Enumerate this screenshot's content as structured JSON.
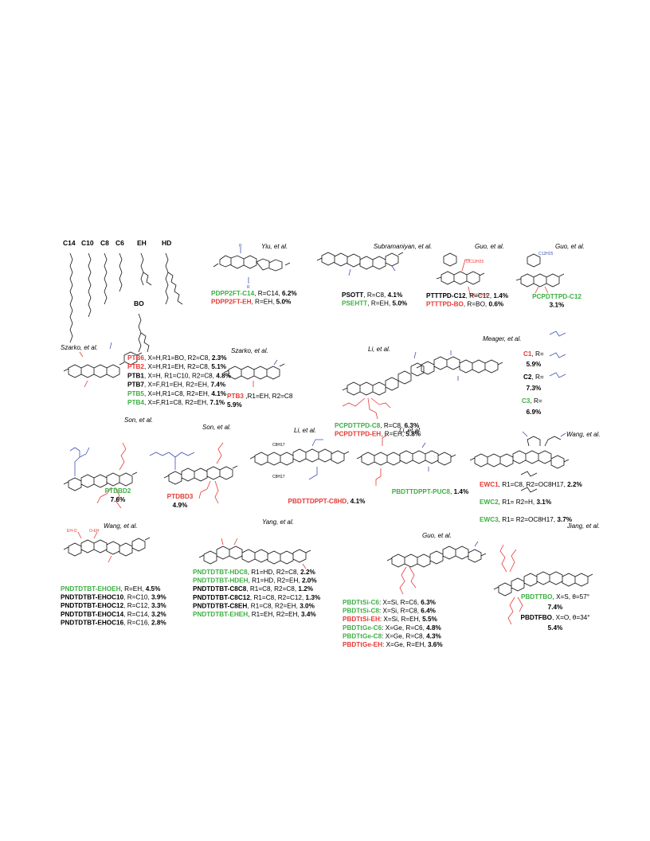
{
  "colors": {
    "green": "#3cb043",
    "red": "#e53935",
    "blue": "#3f51b5",
    "black": "#000000"
  },
  "chains": [
    "C14",
    "C10",
    "C8",
    "C6",
    "EH",
    "HD",
    "BO"
  ],
  "authors": {
    "yiu": "Yiu, et al.",
    "subramaniyan": "Subramaniyan, et al.",
    "guo1": "Guo, et al.",
    "guo2": "Guo, et al.",
    "szarko1": "Szarko, et al.",
    "szarko2": "Szarko, et al.",
    "li1": "Li, et al.",
    "meager": "Meager, et al.",
    "son1": "Son, et al.",
    "son2": "Son, et al.",
    "li2": "Li, et al.",
    "li3": "Li, et al.",
    "wang1": "Wang, et al.",
    "wang2": "Wang, et al.",
    "yang": "Yang, et al.",
    "guo3": "Guo, et al.",
    "jiang": "Jiang, et al."
  },
  "groups": [
    {
      "id": "yiu",
      "lines": [
        [
          {
            "t": "PDPP2FT-C14",
            "c": "green",
            "b": true
          },
          {
            "t": ", R=C14, "
          },
          {
            "t": "6.2%",
            "b": true
          }
        ],
        [
          {
            "t": "PDPP2FT-EH",
            "c": "red",
            "b": true
          },
          {
            "t": ", R=EH, "
          },
          {
            "t": "5.0%",
            "b": true
          }
        ]
      ]
    },
    {
      "id": "subramaniyan",
      "lines": [
        [
          {
            "t": "PSOTT",
            "b": true
          },
          {
            "t": ", R=C8, "
          },
          {
            "t": "4.1%",
            "b": true
          }
        ],
        [
          {
            "t": "PSEHTT",
            "c": "green",
            "b": true
          },
          {
            "t": ", R=EH, "
          },
          {
            "t": "5.0%",
            "b": true
          }
        ]
      ]
    },
    {
      "id": "guo1",
      "lines": [
        [
          {
            "t": "PTTTPD-C12",
            "b": true
          },
          {
            "t": ", R=C12, "
          },
          {
            "t": "1.4%",
            "b": true
          }
        ],
        [
          {
            "t": "PTTTPD-BO",
            "c": "red",
            "b": true
          },
          {
            "t": ", R=BO, "
          },
          {
            "t": "0.6%",
            "b": true
          }
        ]
      ]
    },
    {
      "id": "guo2",
      "lines": [
        [
          {
            "t": "PCPDTTPD-C12",
            "c": "green",
            "b": true
          }
        ],
        [
          {
            "t": "3.1%",
            "b": true
          }
        ]
      ]
    },
    {
      "id": "szarko1",
      "lines": [
        [
          {
            "t": "PTB6",
            "c": "red",
            "b": true
          },
          {
            "t": ", X=H,R1=BO, R2=C8, "
          },
          {
            "t": "2.3%",
            "b": true
          }
        ],
        [
          {
            "t": "PTB2",
            "c": "red",
            "b": true
          },
          {
            "t": ", X=H,R1=EH, R2=C8, "
          },
          {
            "t": "5.1%",
            "b": true
          }
        ],
        [
          {
            "t": "PTB1",
            "b": true
          },
          {
            "t": ", X=H, R1=C10, R2=C8, "
          },
          {
            "t": "4.8%",
            "b": true
          }
        ],
        [
          {
            "t": "PTB7",
            "b": true
          },
          {
            "t": ", X=F,R1=EH, R2=EH, "
          },
          {
            "t": "7.4%",
            "b": true
          }
        ],
        [
          {
            "t": "PTB5",
            "c": "green",
            "b": true
          },
          {
            "t": ", X=H,R1=C8, R2=EH, "
          },
          {
            "t": "4.1%",
            "b": true
          }
        ],
        [
          {
            "t": "PTB4",
            "c": "green",
            "b": true
          },
          {
            "t": ", X=F,R1=C8, R2=EH, "
          },
          {
            "t": "7.1%",
            "b": true
          }
        ]
      ]
    },
    {
      "id": "szarko2",
      "lines": [
        [
          {
            "t": "PTB3",
            "c": "red",
            "b": true
          },
          {
            "t": " ,R1=EH, R2=C8"
          }
        ],
        [
          {
            "t": "5.9%",
            "b": true
          }
        ]
      ]
    },
    {
      "id": "li1",
      "lines": [
        [
          {
            "t": "PCPDTTPD-C8",
            "c": "green",
            "b": true
          },
          {
            "t": ", R=C8, "
          },
          {
            "t": "6.3%",
            "b": true
          }
        ],
        [
          {
            "t": "PCPDTTPD-EH",
            "c": "red",
            "b": true
          },
          {
            "t": ", R=EH, "
          },
          {
            "t": "5.8%",
            "b": true
          }
        ]
      ]
    },
    {
      "id": "meager",
      "lines": [
        [
          {
            "t": "C1",
            "c": "red",
            "b": true
          },
          {
            "t": ", R="
          }
        ],
        [
          {
            "t": "5.9%",
            "b": true
          }
        ],
        [
          {
            "t": "C2",
            "b": true
          },
          {
            "t": ", R="
          }
        ],
        [
          {
            "t": "7.3%",
            "b": true
          }
        ],
        [
          {
            "t": "C3",
            "c": "green",
            "b": true
          },
          {
            "t": ", R="
          }
        ],
        [
          {
            "t": "6.9%",
            "b": true
          }
        ]
      ]
    },
    {
      "id": "son1",
      "lines": [
        [
          {
            "t": "PTDBD2",
            "c": "green",
            "b": true
          }
        ],
        [
          {
            "t": "7.6%",
            "b": true
          }
        ]
      ]
    },
    {
      "id": "son2",
      "lines": [
        [
          {
            "t": "PTDBD3",
            "c": "red",
            "b": true
          }
        ],
        [
          {
            "t": "4.9%",
            "b": true
          }
        ]
      ]
    },
    {
      "id": "li2",
      "lines": [
        [
          {
            "t": "PBDTTDPPT-C8HD",
            "c": "red",
            "b": true
          },
          {
            "t": ", "
          },
          {
            "t": "4.1%",
            "b": true
          }
        ]
      ]
    },
    {
      "id": "li3",
      "lines": [
        [
          {
            "t": "PBDTTDPPT-PUC8",
            "c": "green",
            "b": true
          },
          {
            "t": ", "
          },
          {
            "t": "1.4%",
            "b": true
          }
        ]
      ]
    },
    {
      "id": "wang1",
      "lines": [
        [
          {
            "t": "EWC1",
            "c": "red",
            "b": true
          },
          {
            "t": ", R1=C8, R2=OC8H17, "
          },
          {
            "t": "2.2%",
            "b": true
          }
        ],
        [
          {
            "t": "EWC2",
            "c": "green",
            "b": true
          },
          {
            "t": ", R1=          R2=H, "
          },
          {
            "t": "3.1%",
            "b": true
          }
        ],
        [
          {
            "t": "EWC3",
            "c": "green",
            "b": true
          },
          {
            "t": ", R1=          R2=OC8H17, "
          },
          {
            "t": "3.7%",
            "b": true
          }
        ]
      ]
    },
    {
      "id": "wang2",
      "lines": [
        [
          {
            "t": "PNDTDTBT-EHOEH",
            "c": "green",
            "b": true
          },
          {
            "t": ", R=EH, "
          },
          {
            "t": "4.5%",
            "b": true
          }
        ],
        [
          {
            "t": "PNDTDTBT-EHOC10",
            "b": true
          },
          {
            "t": ", R=C10, "
          },
          {
            "t": "3.9%",
            "b": true
          }
        ],
        [
          {
            "t": "PNDTDTBT-EHOC12",
            "b": true
          },
          {
            "t": ", R=C12, "
          },
          {
            "t": "3.3%",
            "b": true
          }
        ],
        [
          {
            "t": "PNDTDTBT-EHOC14",
            "b": true
          },
          {
            "t": ", R=C14, "
          },
          {
            "t": "3.2%",
            "b": true
          }
        ],
        [
          {
            "t": "PNDTDTBT-EHOC16",
            "b": true
          },
          {
            "t": ", R=C16, "
          },
          {
            "t": "2.8%",
            "b": true
          }
        ]
      ]
    },
    {
      "id": "yang",
      "lines": [
        [
          {
            "t": "PNDTDTBT-HDC8",
            "c": "green",
            "b": true
          },
          {
            "t": ", R1=HD, R2=C8, "
          },
          {
            "t": "2.2%",
            "b": true
          }
        ],
        [
          {
            "t": "PNDTDTBT-HDEH",
            "c": "green",
            "b": true
          },
          {
            "t": ", R1=HD, R2=EH, "
          },
          {
            "t": "2.0%",
            "b": true
          }
        ],
        [
          {
            "t": "PNDTDTBT-C8C8",
            "b": true
          },
          {
            "t": ", R1=C8, R2=C8, "
          },
          {
            "t": "1.2%",
            "b": true
          }
        ],
        [
          {
            "t": "PNDTDTBT-C8C12",
            "b": true
          },
          {
            "t": ", R1=C8, R2=C12, "
          },
          {
            "t": "1.3%",
            "b": true
          }
        ],
        [
          {
            "t": "PNDTDTBT-C8EH",
            "b": true
          },
          {
            "t": ", R1=C8, R2=EH, "
          },
          {
            "t": "3.0%",
            "b": true
          }
        ],
        [
          {
            "t": "PNDTDTBT-EHEH",
            "c": "green",
            "b": true
          },
          {
            "t": ", R1=EH, R2=EH, "
          },
          {
            "t": "3.4%",
            "b": true
          }
        ]
      ]
    },
    {
      "id": "guo3",
      "lines": [
        [
          {
            "t": "PBDTtSi-C6",
            "c": "green",
            "b": true
          },
          {
            "t": ": X=Si, R=C6, "
          },
          {
            "t": "6.3%",
            "b": true
          }
        ],
        [
          {
            "t": "PBDTtSi-C8",
            "c": "green",
            "b": true
          },
          {
            "t": ": X=Si, R=C8, "
          },
          {
            "t": "6.4%",
            "b": true
          }
        ],
        [
          {
            "t": "PBDTtSi-EH",
            "c": "red",
            "b": true
          },
          {
            "t": ": X=Si, R=EH, "
          },
          {
            "t": "5.5%",
            "b": true
          }
        ],
        [
          {
            "t": "PBDTtGe-C6",
            "c": "green",
            "b": true
          },
          {
            "t": ": X=Ge, R=C6, "
          },
          {
            "t": "4.8%",
            "b": true
          }
        ],
        [
          {
            "t": "PBDTtGe-C8",
            "c": "green",
            "b": true
          },
          {
            "t": ": X=Ge, R=C8, "
          },
          {
            "t": "4.3%",
            "b": true
          }
        ],
        [
          {
            "t": "PBDTtGe-EH",
            "c": "red",
            "b": true
          },
          {
            "t": ": X=Ge, R=EH, "
          },
          {
            "t": "3.6%",
            "b": true
          }
        ]
      ]
    },
    {
      "id": "jiang",
      "lines": [
        [
          {
            "t": "PBDTTBO",
            "c": "green",
            "b": true
          },
          {
            "t": ", X=S, θ=57°"
          }
        ],
        [
          {
            "t": "7.4%",
            "b": true
          }
        ],
        [
          {
            "t": "PBDTFBO",
            "b": true
          },
          {
            "t": ", X=O, θ=34°"
          }
        ],
        [
          {
            "t": "5.4%",
            "b": true
          }
        ]
      ]
    }
  ]
}
